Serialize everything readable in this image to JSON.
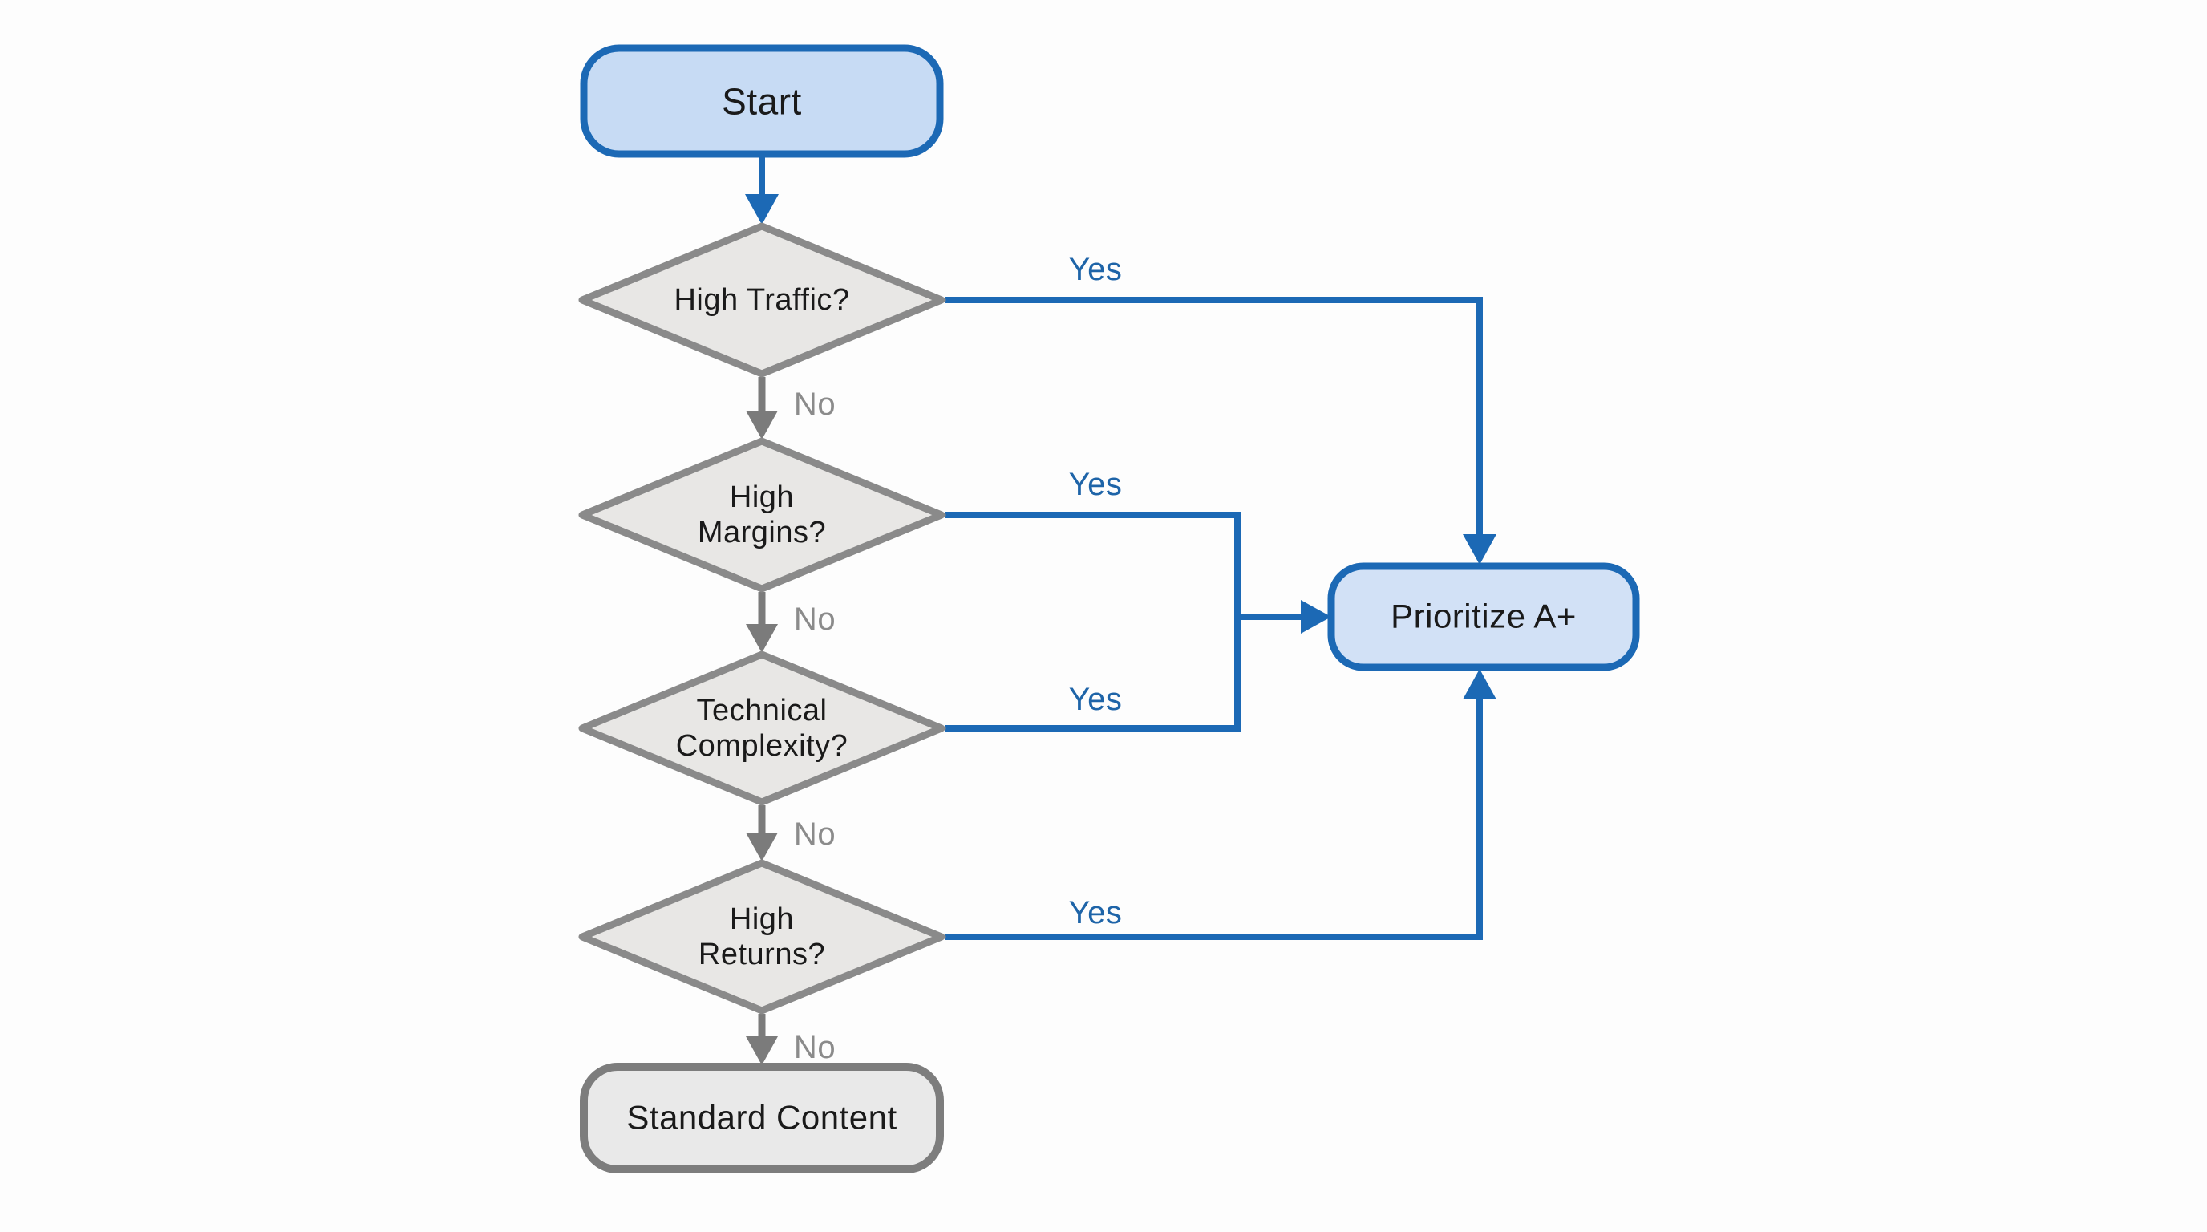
{
  "flowchart": {
    "nodes": {
      "start": {
        "label": "Start",
        "type": "terminal-start"
      },
      "high_traffic": {
        "label": "High Traffic?",
        "type": "decision"
      },
      "high_margins": {
        "label": "High\nMargins?",
        "type": "decision"
      },
      "technical_complexity": {
        "label": "Technical\nComplexity?",
        "type": "decision"
      },
      "high_returns": {
        "label": "High\nReturns?",
        "type": "decision"
      },
      "prioritize_a_plus": {
        "label": "Prioritize A+",
        "type": "process"
      },
      "standard_content": {
        "label": "Standard Content",
        "type": "terminal-end"
      }
    },
    "edges": {
      "high_traffic_yes": {
        "label": "Yes"
      },
      "high_traffic_no": {
        "label": "No"
      },
      "high_margins_yes": {
        "label": "Yes"
      },
      "high_margins_no": {
        "label": "No"
      },
      "technical_complexity_yes": {
        "label": "Yes"
      },
      "technical_complexity_no": {
        "label": "No"
      },
      "high_returns_yes": {
        "label": "Yes"
      },
      "high_returns_no": {
        "label": "No"
      }
    },
    "colors": {
      "background": "#fdfdfd",
      "blue_stroke": "#1c69b5",
      "blue_fill_start": "#c7dbf4",
      "blue_fill_process": "#d2e1f6",
      "yes_label": "#1e64a8",
      "gray_stroke": "#8a8a8a",
      "gray_fill": "#e8e7e5",
      "terminal_end_fill": "#e9e9e9",
      "terminal_end_stroke": "#7d7d7d",
      "no_arrow": "#7b7b7b",
      "no_label": "#8b8b8b",
      "node_text": "#1a1a1a"
    }
  }
}
